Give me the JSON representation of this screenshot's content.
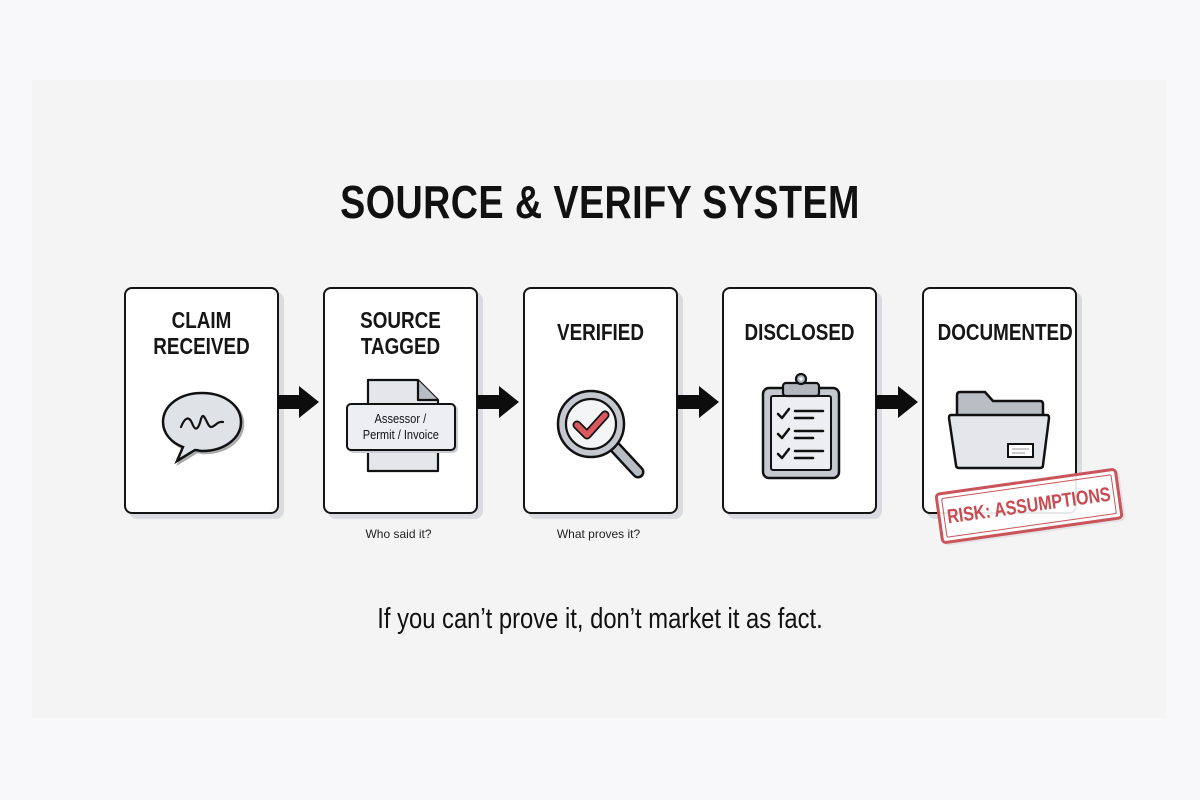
{
  "title": "SOURCE & VERIFY SYSTEM",
  "steps": [
    {
      "label_line1": "CLAIM",
      "label_line2": "RECEIVED",
      "icon": "speech-bubble-icon",
      "caption": ""
    },
    {
      "label_line1": "SOURCE",
      "label_line2": "TAGGED",
      "icon": "document-tag-icon",
      "tag_line1": "Assessor /",
      "tag_line2": "Permit / Invoice",
      "caption": "Who said it?"
    },
    {
      "label_line1": "VERIFIED",
      "icon": "magnifier-check-icon",
      "caption": "What proves it?"
    },
    {
      "label_line1": "DISCLOSED",
      "icon": "clipboard-checklist-icon",
      "caption": ""
    },
    {
      "label_line1": "DOCUMENTED",
      "icon": "folder-icon",
      "caption": ""
    }
  ],
  "arrows": [
    "right-arrow-icon",
    "right-arrow-icon",
    "right-arrow-icon",
    "right-arrow-icon"
  ],
  "stamp": {
    "text": "RISK: ASSUMPTIONS",
    "color": "#c94a50"
  },
  "tagline": "If you can’t prove it, don’t market it as fact.",
  "colors": {
    "background": "#f8f8fb",
    "panel": "#f4f4f5",
    "card_border": "#141414",
    "icon_fill": "#d5d8de",
    "accent_red": "#d9595f"
  }
}
